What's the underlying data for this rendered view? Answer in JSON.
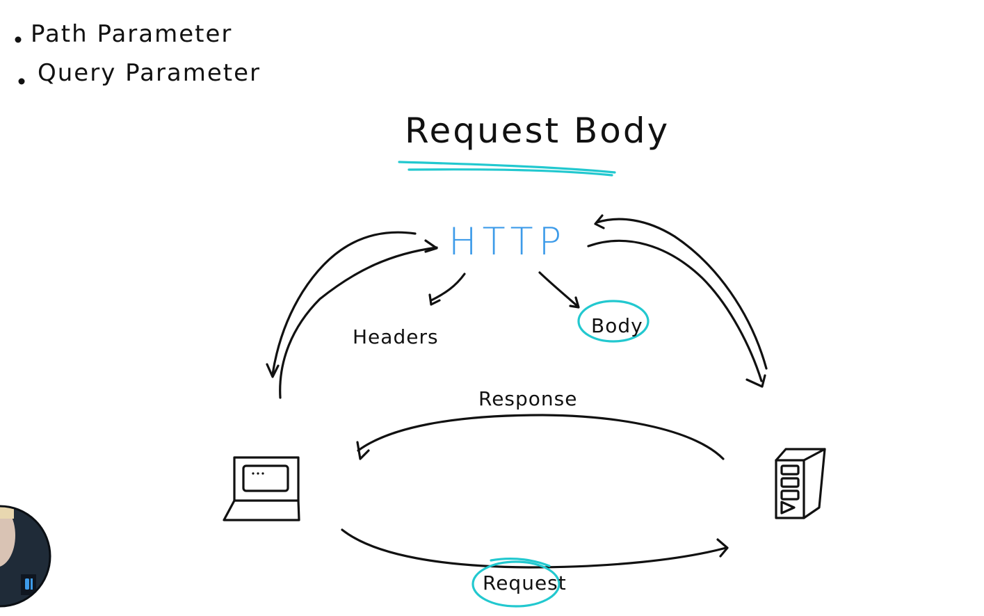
{
  "bullets": [
    {
      "text": "Path Parameter"
    },
    {
      "text": "Query Parameter"
    }
  ],
  "title": "Request Body",
  "center": {
    "label": "HTTP"
  },
  "nodes": {
    "headers": "Headers",
    "body": "Body",
    "response": "Response",
    "request": "Request"
  },
  "icons": {
    "client": "laptop-icon",
    "server": "server-icon"
  },
  "colors": {
    "accent": "#22c8cf",
    "http": "#3d9be9",
    "ink": "#111111"
  }
}
